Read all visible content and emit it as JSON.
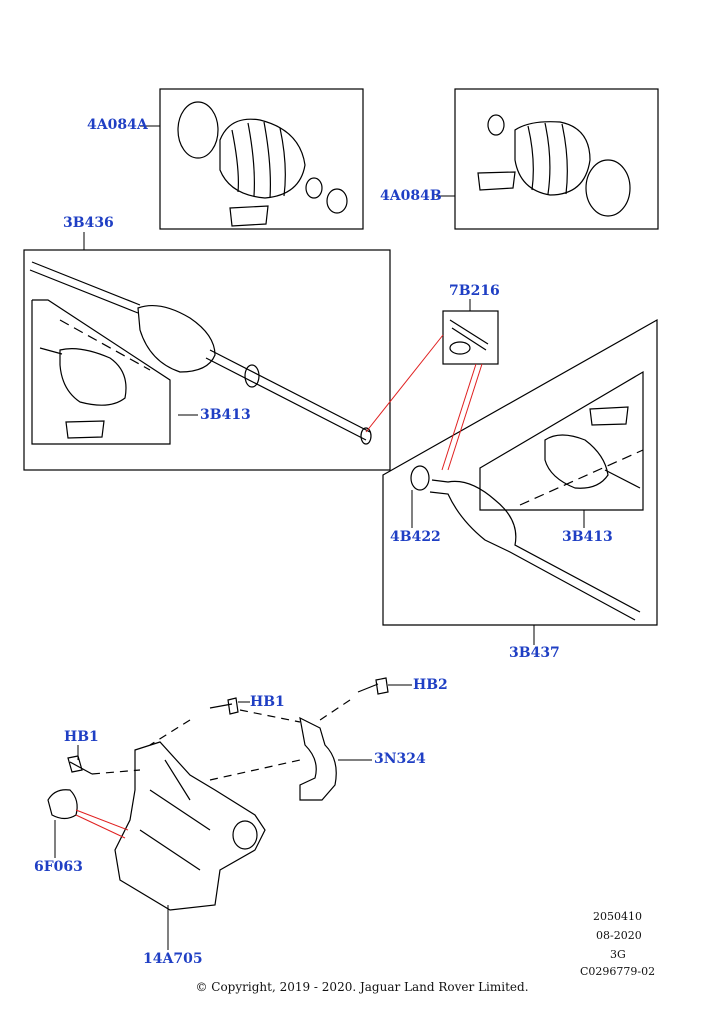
{
  "callouts": {
    "c_4A084A": "4A084A",
    "c_4A084B": "4A084B",
    "c_3B436": "3B436",
    "c_7B216": "7B216",
    "c_3B413_left": "3B413",
    "c_4B422": "4B422",
    "c_3B413_right": "3B413",
    "c_3B437": "3B437",
    "c_HB1_top": "HB1",
    "c_HB2": "HB2",
    "c_HB1_left": "HB1",
    "c_3N324": "3N324",
    "c_6F063": "6F063",
    "c_14A705": "14A705"
  },
  "meta": {
    "line1": "2050410",
    "line2": "08-2020",
    "line3": "3G",
    "line4": "C0296779-02"
  },
  "copyright": "© Copyright, 2019 - 2020. Jaguar Land Rover Limited.",
  "colors": {
    "callout": "#1f3fc4",
    "line": "#000000",
    "leader_red": "#e02020"
  }
}
